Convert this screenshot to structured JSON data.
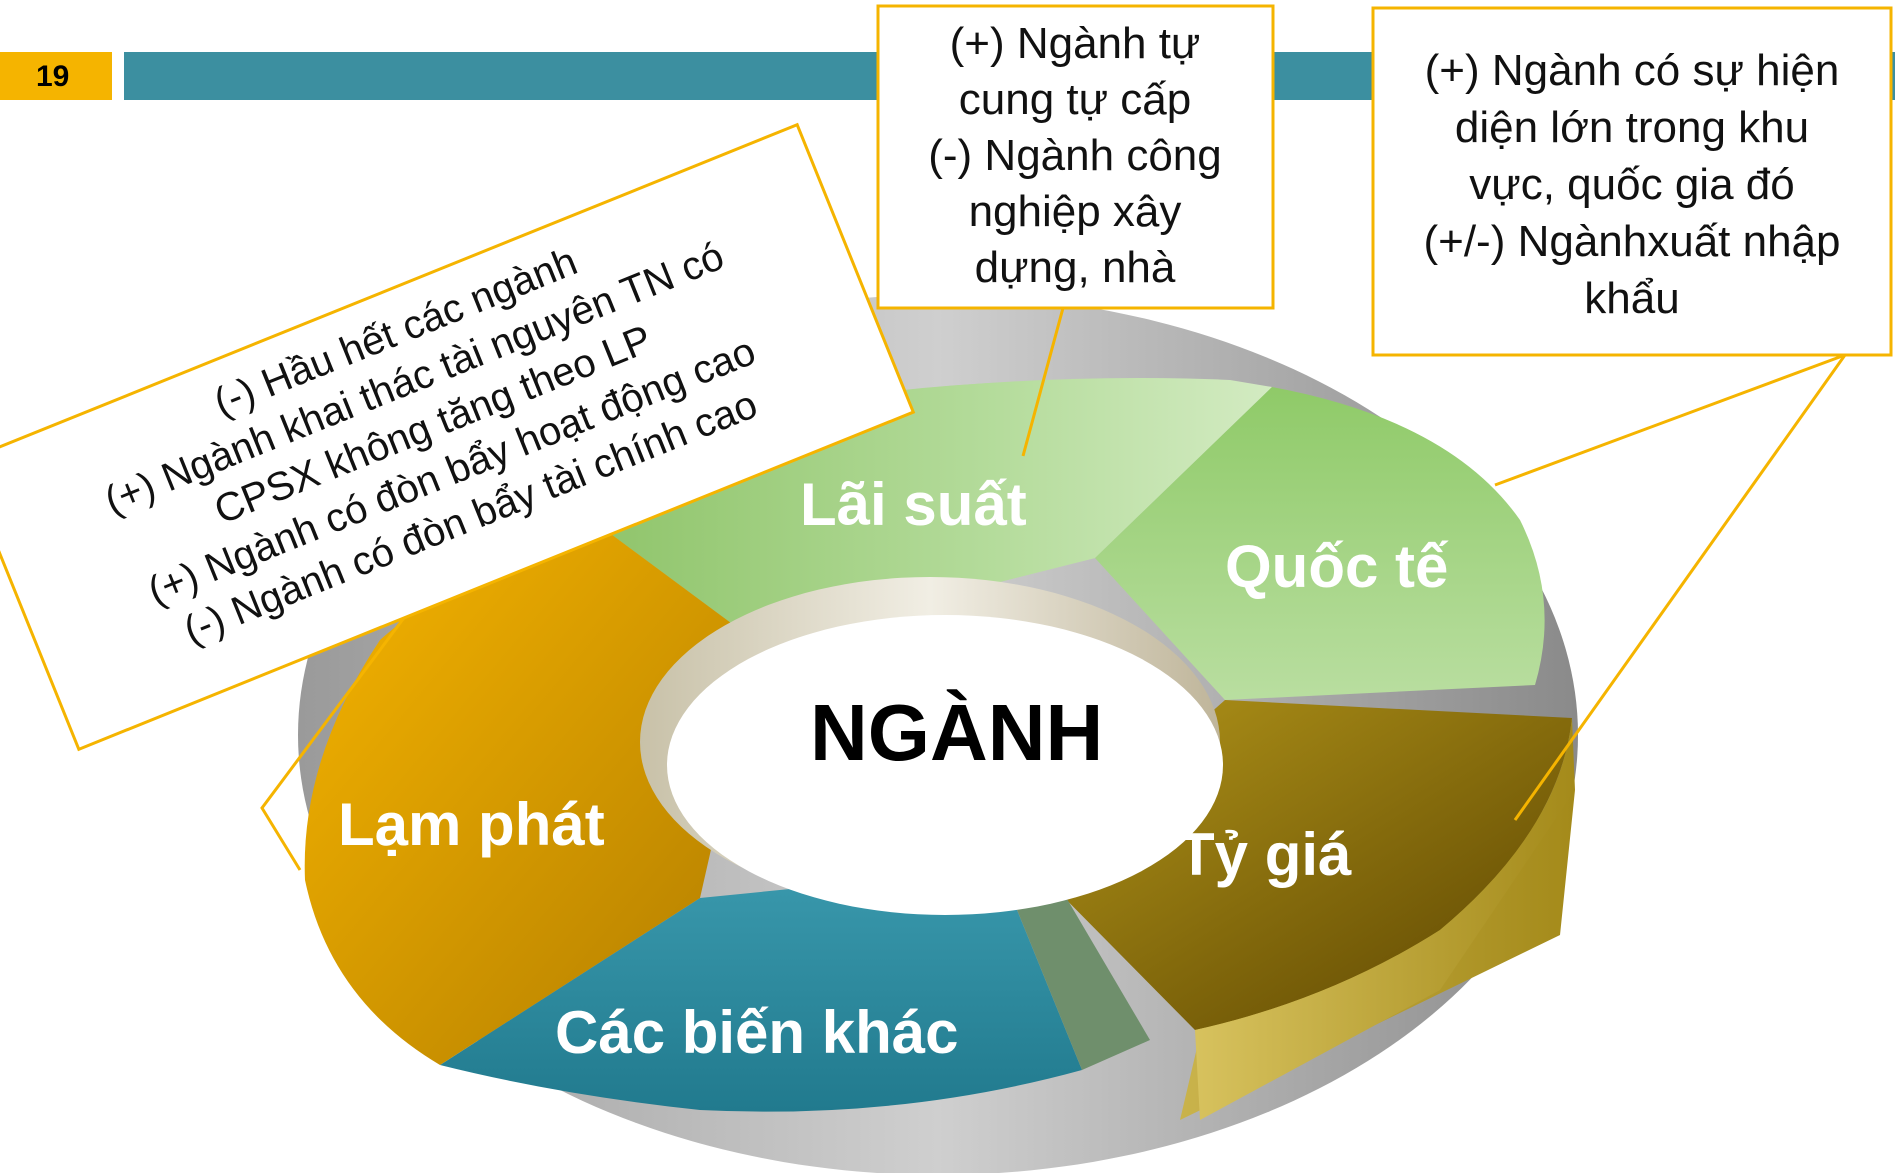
{
  "slide_number": "19",
  "colors": {
    "header_bar": "#3c8fa0",
    "number_box": "#f5b400",
    "callout_border": "#f5b400",
    "lai_suat": "#a8d38a",
    "quoc_te": "#9fcf7e",
    "ty_gia": "#8a6e0a",
    "cac_bien_khac": "#2e8aa0",
    "lam_phat": "#e4a300"
  },
  "diagram": {
    "center": "NGÀNH",
    "segments": {
      "lai_suat": "Lãi suất",
      "quoc_te": "Quốc tế",
      "ty_gia": "Tỷ giá",
      "cac_bien_khac": "Các biến khác",
      "lam_phat": "Lạm phát"
    }
  },
  "callouts": {
    "lam_phat": [
      "(-) Hầu hết các ngành",
      "(+) Ngành khai thác tài nguyên TN có",
      "CPSX không tăng theo LP",
      "(+) Ngành có đòn bẩy hoạt động cao",
      "(-) Ngành có đòn bẩy tài chính cao"
    ],
    "lai_suat": [
      "(+) Ngành tự",
      "cung tự cấp",
      "(-) Ngành công",
      "nghiệp xây",
      "dựng, nhà"
    ],
    "quoc_te": [
      "(+) Ngành có sự hiện",
      "diện lớn trong khu",
      "vực, quốc gia đó",
      "(+/-) Ngànhxuất nhập",
      "khẩu"
    ]
  }
}
